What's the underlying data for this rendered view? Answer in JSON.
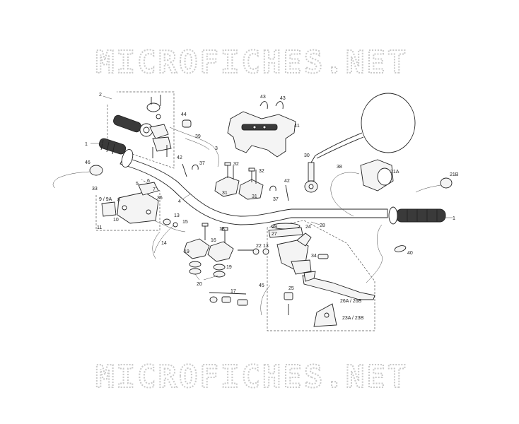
{
  "watermark": {
    "top": "MICROFICHES.NET",
    "bottom": "MICROFICHES.NET"
  },
  "callouts": {
    "c1_left": "1",
    "c2": "2",
    "c3": "3",
    "c4": "4",
    "c5": "5",
    "c6": "6",
    "c7": "7",
    "c8": "8",
    "c9_9a": "9 / 9A",
    "c10": "10",
    "c11": "11",
    "c13_left": "13",
    "c13_right": "13",
    "c14": "14",
    "c15": "15",
    "c16": "16",
    "c17": "17",
    "c18": "18",
    "c19_left": "19",
    "c19_right": "19",
    "c20": "20",
    "c21a": "21A",
    "c21b": "21B",
    "c22": "22",
    "c23a_23b": "23A / 23B",
    "c24": "24",
    "c25": "25",
    "c26a_26b": "26A / 26B",
    "c27": "27",
    "c28": "28",
    "c29": "29",
    "c30": "30",
    "c31_a": "31",
    "c31_b": "31",
    "c32_a": "32",
    "c32_b": "32",
    "c33": "33",
    "c34": "34",
    "c36": "36",
    "c37_a": "37",
    "c37_b": "37",
    "c38": "38",
    "c39": "39",
    "c40": "40",
    "c41": "41",
    "c42_a": "42",
    "c42_b": "42",
    "c43_a": "43",
    "c43_b": "43",
    "c44": "44",
    "c45": "45",
    "c46": "46",
    "c1_right": "1"
  },
  "colors": {
    "line": "#222222",
    "watermark": "#c9c9c9",
    "background": "#ffffff"
  }
}
